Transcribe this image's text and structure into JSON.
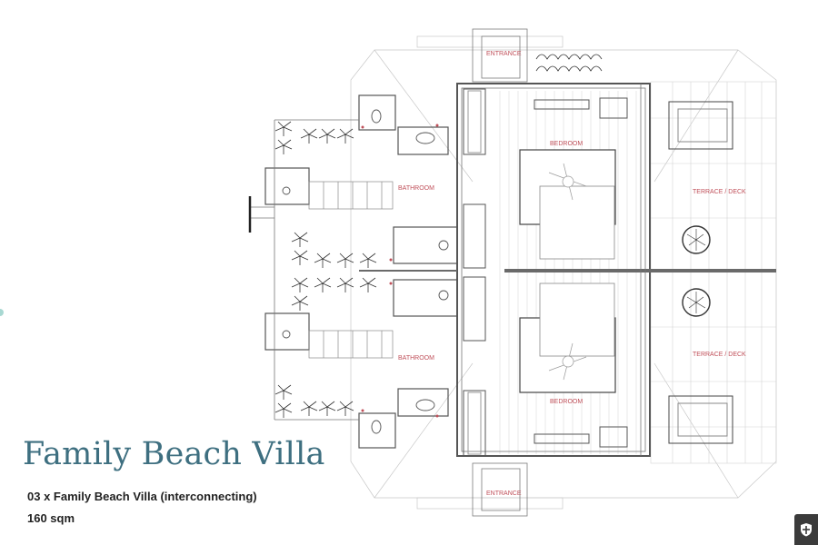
{
  "title": "Family Beach Villa",
  "subtitle": "03 x Family Beach Villa  (interconnecting)",
  "area": "160 sqm",
  "plan_labels": {
    "entrance_top": "ENTRANCE",
    "entrance_bottom": "ENTRANCE",
    "bedroom_top": "BEDROOM",
    "bedroom_bottom": "BEDROOM",
    "bathroom_top": "BATHROOM",
    "bathroom_bottom": "BATHROOM",
    "terrace_top": "TERRACE / DECK",
    "terrace_bottom": "TERRACE / DECK"
  },
  "colors": {
    "title": "#3e6f80",
    "label": "#c0505a",
    "line": "#6a6a6a",
    "plant": "#333333"
  },
  "icons": {
    "badge": "shield-icon"
  }
}
